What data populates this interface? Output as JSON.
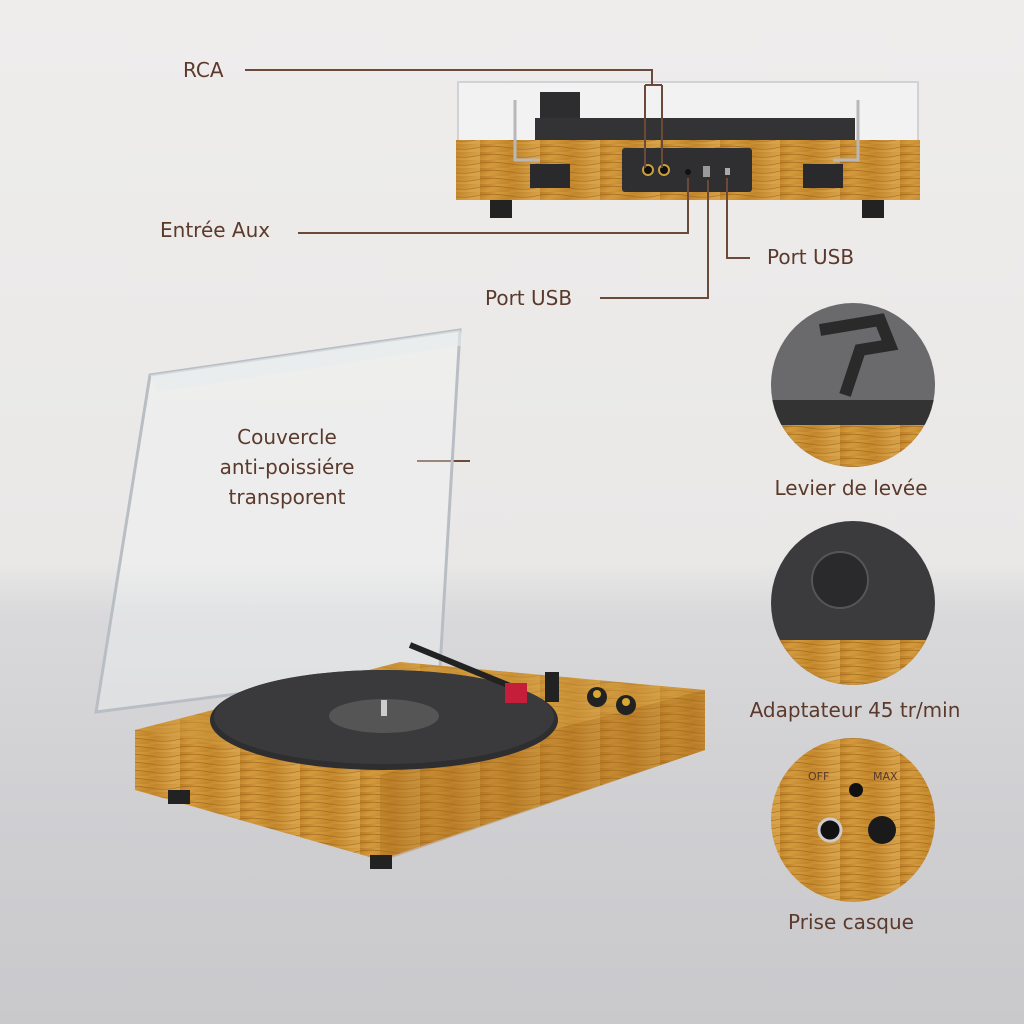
{
  "callouts": {
    "rca": "RCA",
    "aux_input": "Entrée Aux",
    "usb_port_right": "Port USB",
    "usb_port_bottom": "Port USB",
    "dust_cover": [
      "Couvercle",
      "anti-poissiére",
      "transporent"
    ]
  },
  "detail_circles": [
    {
      "label": "Levier de levée"
    },
    {
      "label": "Adaptateur 45 tr/min"
    },
    {
      "label": "Prise casque",
      "knob_labels": [
        "OFF",
        "MAX"
      ]
    }
  ],
  "colors": {
    "text": "#5b3a2c",
    "leader_line": "#6b4a3a",
    "wood": "#c8902e",
    "plinth_dark": "#2b2b2d"
  }
}
